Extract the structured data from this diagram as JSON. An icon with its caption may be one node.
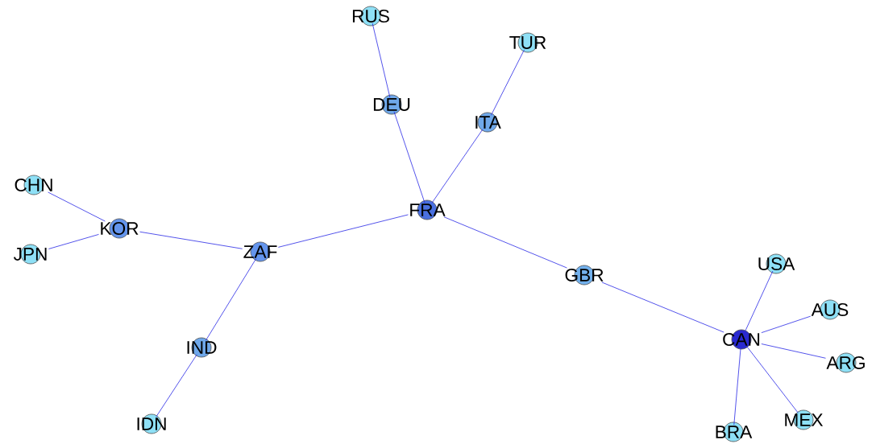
{
  "diagram": {
    "nodes": [
      {
        "text": [
          "RUS"
        ]
      },
      {
        "text": [
          "TUR"
        ]
      },
      {
        "text": [
          "DEU"
        ]
      },
      {
        "text": [
          "ITA"
        ]
      },
      {
        "text": [
          "CHN"
        ]
      },
      {
        "text": [
          "FRA"
        ]
      },
      {
        "text": [
          "KOR"
        ]
      },
      {
        "text": [
          "ZAF"
        ]
      },
      {
        "text": [
          "JPN"
        ]
      },
      {
        "text": [
          "USA"
        ]
      },
      {
        "text": [
          "GBR"
        ]
      },
      {
        "text": [
          "AUS"
        ]
      },
      {
        "text": [
          "CAN"
        ]
      },
      {
        "text": [
          "IND"
        ]
      },
      {
        "text": [
          "ARG"
        ]
      },
      {
        "text": [
          "MEX"
        ]
      },
      {
        "text": [
          "IDN"
        ]
      },
      {
        "text": [
          "BRA"
        ]
      }
    ],
    "edges": [
      {
        "from": 0,
        "to": 2,
        "arrow": "none"
      },
      {
        "from": 2,
        "to": 5,
        "arrow": "none"
      },
      {
        "from": 1,
        "to": 3,
        "arrow": "none"
      },
      {
        "from": 3,
        "to": 5,
        "arrow": "none"
      },
      {
        "from": 4,
        "to": 6,
        "arrow": "none"
      },
      {
        "from": 8,
        "to": 6,
        "arrow": "none"
      },
      {
        "from": 6,
        "to": 7,
        "arrow": "none"
      },
      {
        "from": 7,
        "to": 5,
        "arrow": "none"
      },
      {
        "from": 7,
        "to": 13,
        "arrow": "none"
      },
      {
        "from": 13,
        "to": 16,
        "arrow": "none"
      },
      {
        "from": 5,
        "to": 10,
        "arrow": "none"
      },
      {
        "from": 10,
        "to": 12,
        "arrow": "none"
      },
      {
        "from": 12,
        "to": 9,
        "arrow": "none"
      },
      {
        "from": 12,
        "to": 11,
        "arrow": "none"
      },
      {
        "from": 12,
        "to": 14,
        "arrow": "none"
      },
      {
        "from": 12,
        "to": 15,
        "arrow": "none"
      },
      {
        "from": 12,
        "to": 17,
        "arrow": "none"
      }
    ]
  }
}
